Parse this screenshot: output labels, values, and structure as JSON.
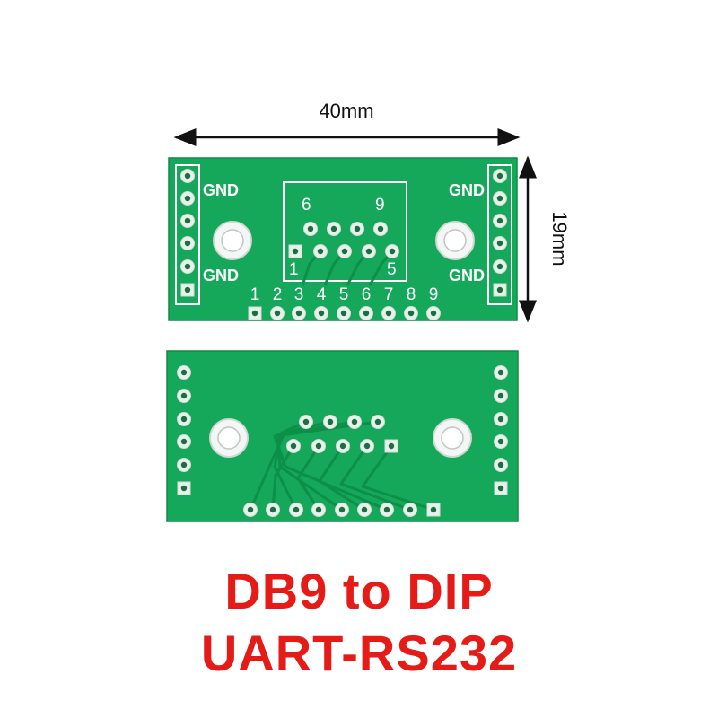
{
  "colors": {
    "board": "#16a85a",
    "board_edge": "#0e8a45",
    "silkscreen": "#ffffff",
    "copper": "#e8f0ea",
    "caption": "#e41b17",
    "arrow": "#111111"
  },
  "dimensions": {
    "width_label": "40mm",
    "height_label": "19mm"
  },
  "front_board": {
    "gnd_label": "GND",
    "connector_top_left": "6",
    "connector_top_right": "9",
    "connector_bottom_left": "1",
    "connector_bottom_right": "5",
    "dip_numbers": [
      "1",
      "2",
      "3",
      "4",
      "5",
      "6",
      "7",
      "8",
      "9"
    ]
  },
  "caption": {
    "line1": "DB9 to DIP",
    "line2": "UART-RS232"
  }
}
